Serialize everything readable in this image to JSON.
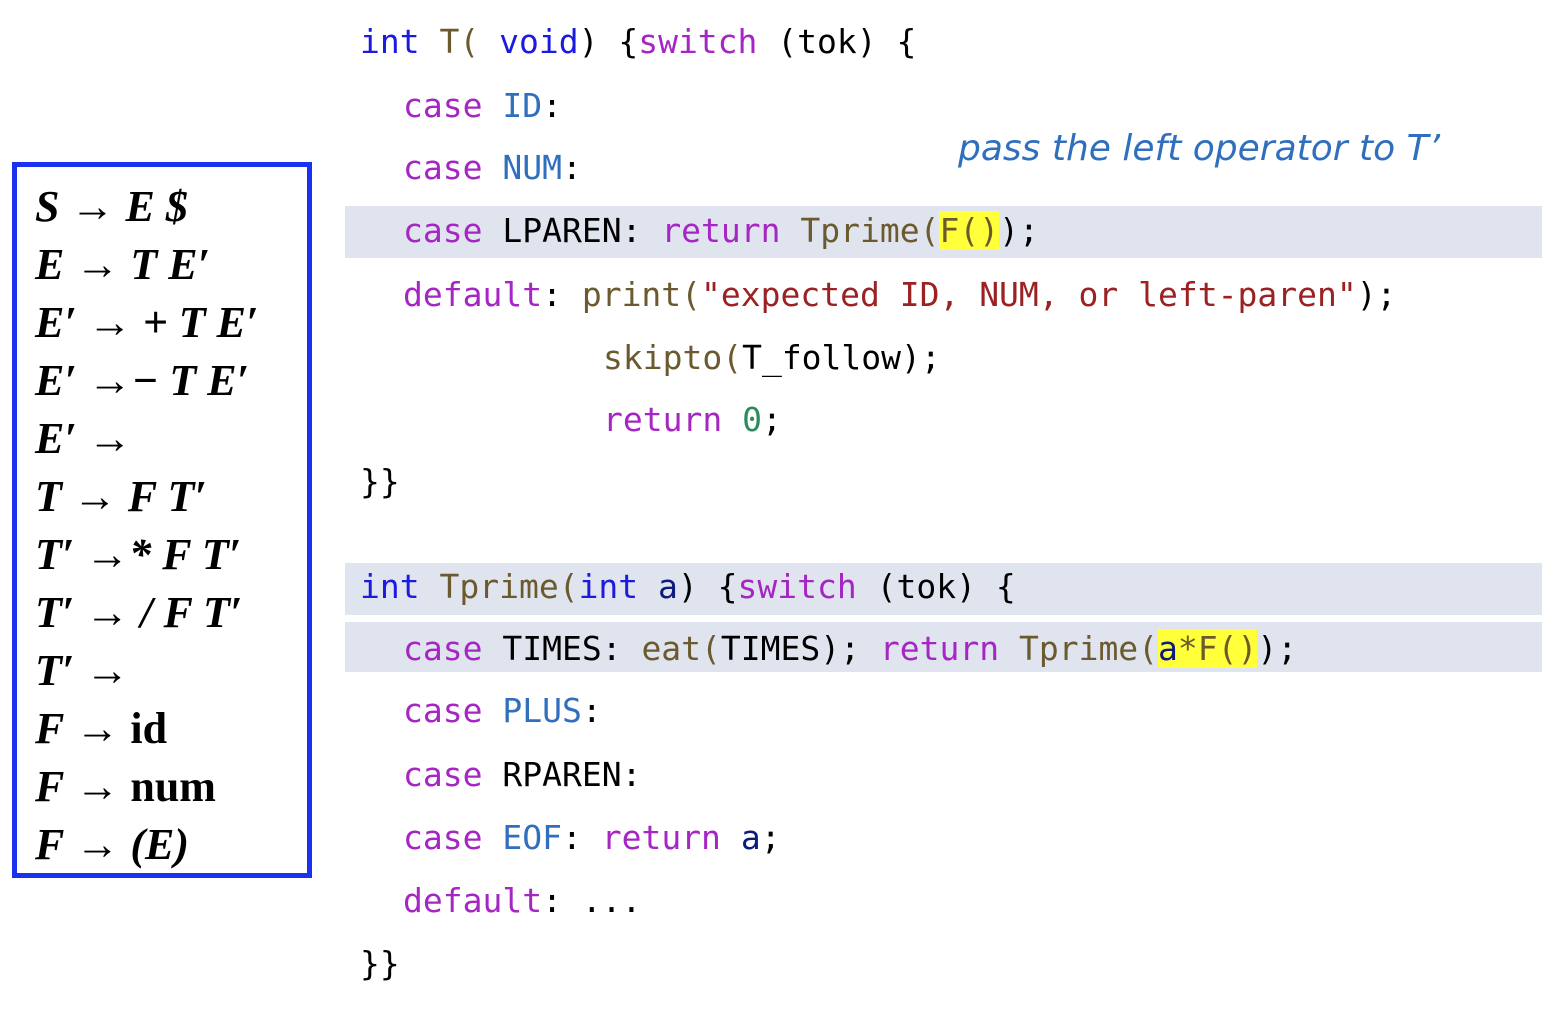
{
  "grammar": {
    "rules": [
      {
        "lhs": "S",
        "rhs": "E $"
      },
      {
        "lhs": "E",
        "rhs": "T E′"
      },
      {
        "lhs": "E′",
        "rhs": "+ T E′"
      },
      {
        "lhs": "E′",
        "rhs": "− T E′"
      },
      {
        "lhs": "E′",
        "rhs": ""
      },
      {
        "lhs": "T",
        "rhs": "F T′"
      },
      {
        "lhs": "T′",
        "rhs": "* F T′"
      },
      {
        "lhs": "T′",
        "rhs": "/ F T′"
      },
      {
        "lhs": "T′",
        "rhs": ""
      },
      {
        "lhs": "F",
        "rhs": "id"
      },
      {
        "lhs": "F",
        "rhs": "num"
      },
      {
        "lhs": "F",
        "rhs": "(E)"
      }
    ],
    "arrow": "→"
  },
  "annotation": "pass the left operator to T’",
  "code_T": {
    "l1": {
      "kw_int": "int",
      "fn": "T(",
      "kw_void": "void",
      "p2": ") {",
      "kw_switch": "switch",
      "p3": " (tok) {"
    },
    "l2": {
      "kw": "case",
      "c": "ID",
      "p": ":"
    },
    "l3": {
      "kw": "case",
      "c": "NUM",
      "p": ":"
    },
    "l4": {
      "kw": "case",
      "a": "LPAREN:",
      "kw_return": "return",
      "fn": "Tprime(",
      "hl": "F()",
      "p": ");"
    },
    "l5": {
      "kw": "default",
      "p1": ": ",
      "fn": "print(",
      "s": "\"expected ID, NUM, or left-paren\"",
      "p2": ");"
    },
    "l6": {
      "fn": "skipto(",
      "p": "T_follow);"
    },
    "l7": {
      "kw": "return",
      "n": "0",
      "p": ";"
    },
    "l8": "}}"
  },
  "code_Tprime": {
    "l1": {
      "kw_int": "int",
      "fn": "Tprime(",
      "kw_int2": "int",
      "v": "a",
      "p2": ") {",
      "kw_switch": "switch",
      "p3": " (tok) {"
    },
    "l2": {
      "kw": "case",
      "a": "TIMES: ",
      "fn": "eat(",
      "b": "TIMES); ",
      "kw_return": "return",
      "fn2": "Tprime(",
      "hl_v": "a",
      "hl_rest": "*F()",
      "p": ");"
    },
    "l3": {
      "kw": "case",
      "c": "PLUS",
      "p": ":"
    },
    "l4": {
      "kw": "case",
      "a": "RPAREN:"
    },
    "l5": {
      "kw": "case",
      "c": "EOF",
      "p1": ": ",
      "kw_return": "return",
      "v": "a",
      "p2": ";"
    },
    "l6": {
      "kw": "default",
      "p": ": ..."
    },
    "l7": "}}"
  },
  "colors": {
    "box_border": "#1a31f0",
    "highlight": "#ffff3a",
    "line_band": "#dfe4ef",
    "keyword_blue": "#1d1ae0",
    "keyword_purple": "#a626c4",
    "comment": "#2f6fbd"
  }
}
